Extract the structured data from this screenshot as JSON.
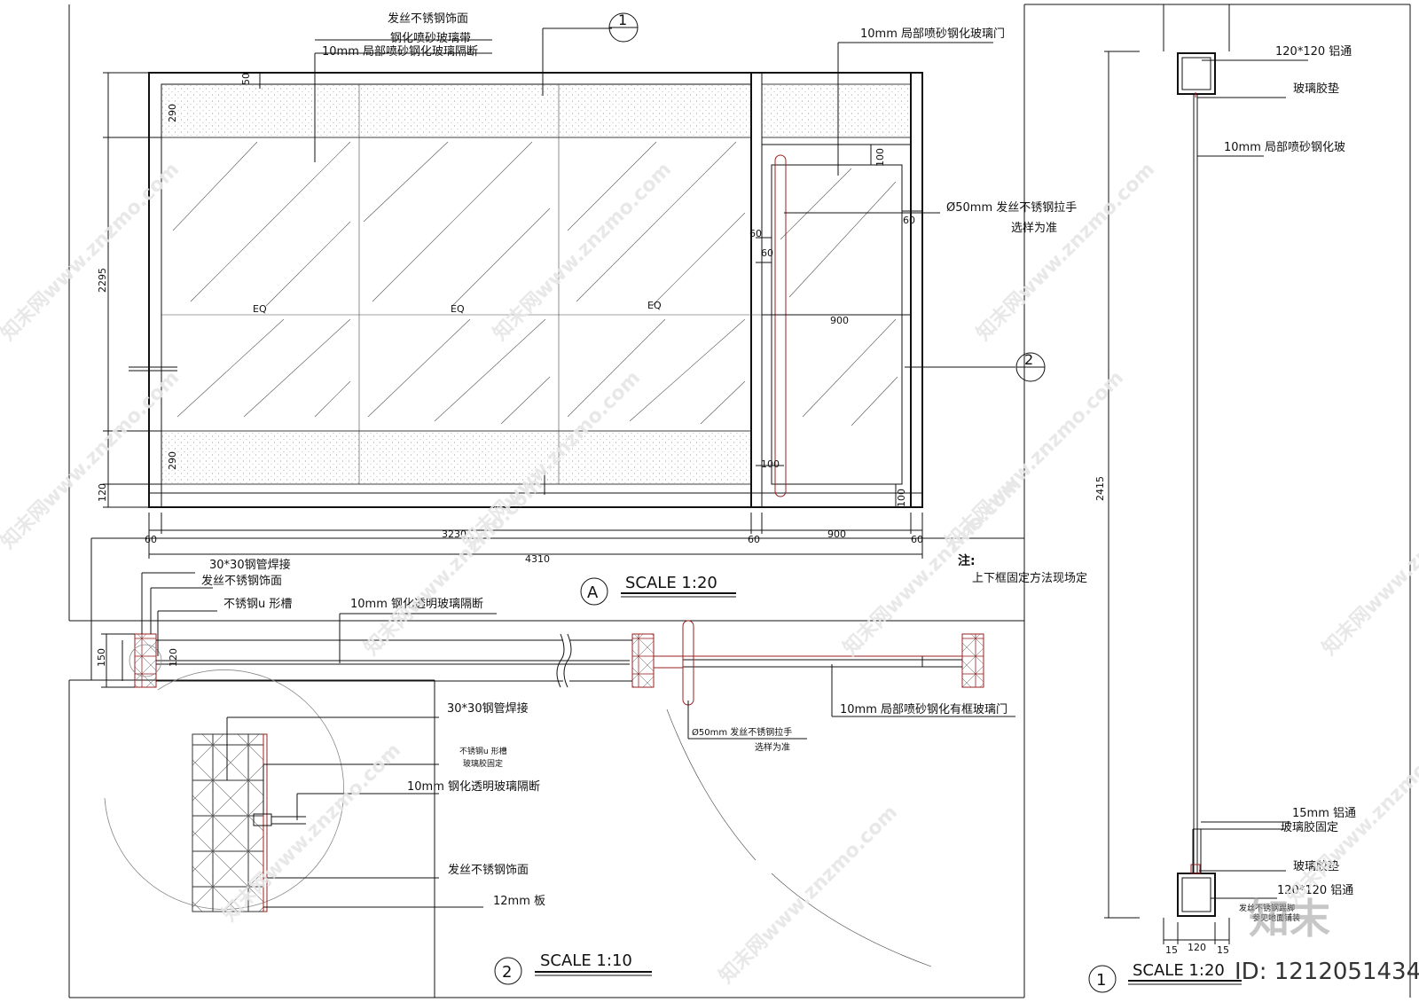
{
  "elevation": {
    "labels": {
      "stainless_facing": "发丝不锈钢饰面",
      "sandblast_band": "钢化喷砂玻璃带",
      "partition": "10mm   局部喷砂钢化玻璃隔断",
      "door": "10mm   局部喷砂钢化玻璃门",
      "handle": "Ø50mm 发丝不锈钢拉手",
      "handle_sub": "选样为准",
      "eq": "EQ"
    },
    "dims": {
      "h50": "50",
      "h290_top": "290",
      "h2295": "2295",
      "h290_bot": "290",
      "h120": "120",
      "w60_left": "60",
      "w3230": "3230",
      "w60_mid": "60",
      "w900": "900",
      "w60_right": "60",
      "w4310": "4310",
      "d100_top": "100",
      "d60_a": "60",
      "d60_b": "60",
      "d60_c": "60",
      "d900": "900",
      "d100_mid": "100",
      "d100_bot": "100"
    },
    "callout_1": "1",
    "callout_2": "2",
    "note_title": "注:",
    "note_text": "上下框固定方法现场定",
    "scale_mark": "A",
    "scale_text": "SCALE  1:20"
  },
  "plan": {
    "labels": {
      "steel_pipe": "30*30钢管焊接",
      "stainless_facing": "发丝不锈钢饰面",
      "u_channel": "不锈钢u 形槽",
      "clear_glass": "10mm 钢化透明玻璃隔断",
      "door": "10mm 局部喷砂钢化有框玻璃门",
      "handle": "Ø50mm 发丝不锈钢拉手",
      "handle_sub": "选样为准"
    },
    "dims": {
      "d150": "150",
      "d120": "120"
    }
  },
  "detail": {
    "labels": {
      "steel_pipe": "30*30钢管焊接",
      "u_channel": "不锈钢u 形槽",
      "glue_fix": "玻璃胶固定",
      "clear_glass": "10mm 钢化透明玻璃隔断",
      "stainless_facing": "发丝不锈钢饰面",
      "board": "12mm 板"
    },
    "scale_mark": "2",
    "scale_text": "SCALE  1:10"
  },
  "section": {
    "labels": {
      "alu_top": "120*120 铝通",
      "gasket_top": "玻璃胶垫",
      "glass": "10mm   局部喷砂钢化玻",
      "alu_15": "15mm 铝通",
      "glue_fix": "玻璃胶固定",
      "gasket_bot": "玻璃胶垫",
      "alu_bot": "120*120 铝通",
      "floor_note1": "发丝不锈钢踢脚",
      "floor_note2": "参见地面铺装"
    },
    "dims": {
      "d2415": "2415",
      "d15_a": "15",
      "d120": "120",
      "d15_b": "15"
    },
    "scale_mark": "1",
    "scale_text": "SCALE  1:20"
  },
  "watermark": {
    "brand": "知末网www.znzmo.com",
    "logo": "知末",
    "id_text": "ID: 1212051434"
  }
}
